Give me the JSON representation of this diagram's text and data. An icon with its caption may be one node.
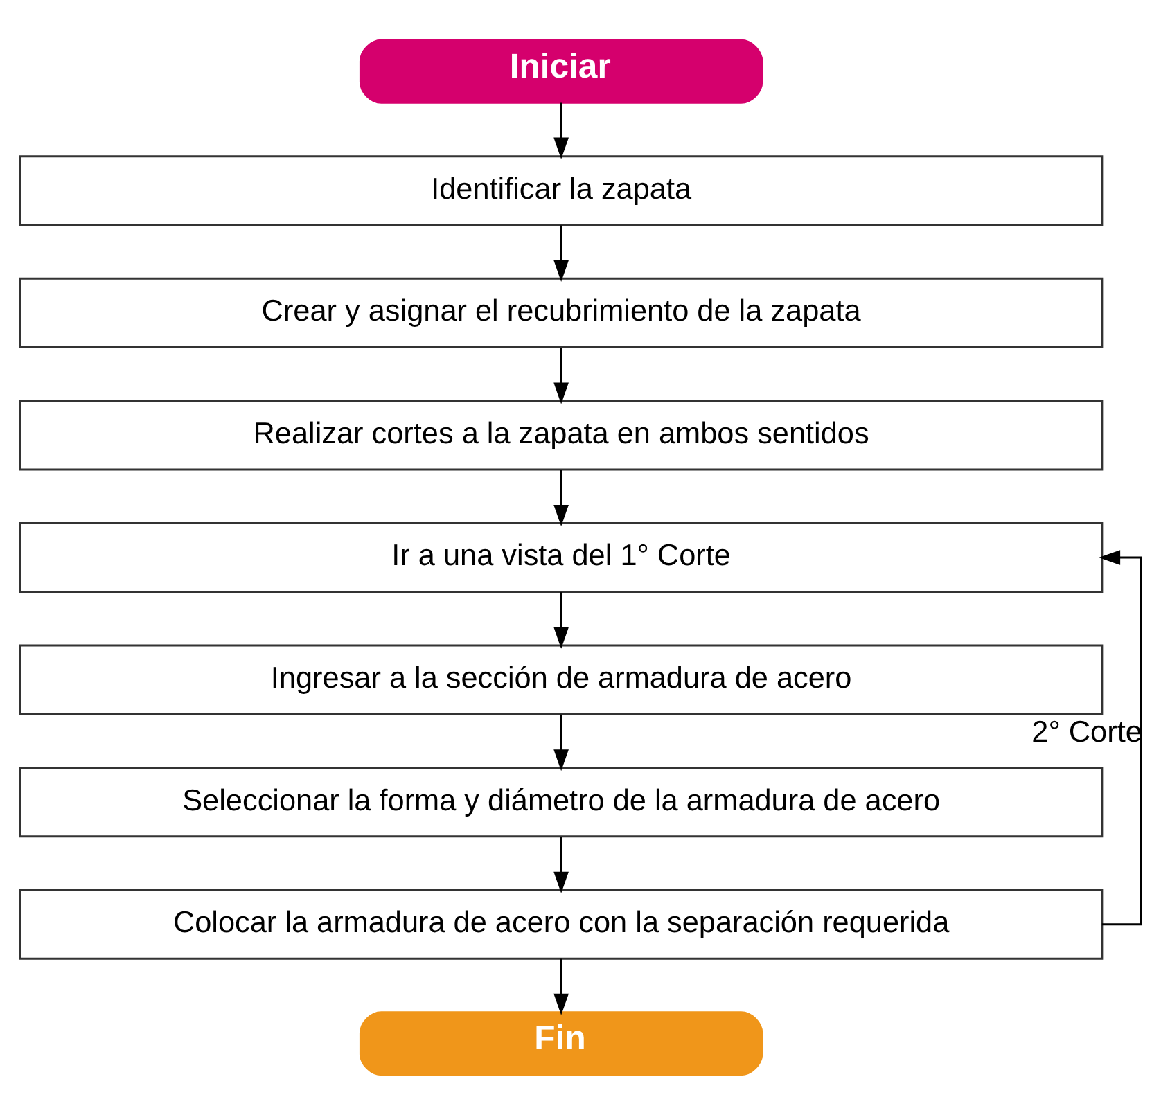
{
  "diagram": {
    "nodes": [
      {
        "text": [
          "Iniciar"
        ]
      },
      {
        "text": [
          "Identificar la zapata"
        ]
      },
      {
        "text": [
          "Crear y asignar el recubrimiento de la zapata"
        ]
      },
      {
        "text": [
          "Realizar cortes a la zapata en ambos sentidos"
        ]
      },
      {
        "text": [
          "Ir a una vista del 1° Corte"
        ]
      },
      {
        "text": [
          "Ingresar a la sección de armadura de acero"
        ]
      },
      {
        "text": [
          "Seleccionar la forma y diámetro de la armadura de acero"
        ]
      },
      {
        "text": [
          "Colocar la armadura de acero con la separación requerida"
        ]
      },
      {
        "text": [
          "Fin"
        ]
      }
    ],
    "edges": [
      {
        "from": 0,
        "to": 1,
        "arrow": "to"
      },
      {
        "from": 1,
        "to": 2,
        "arrow": "to"
      },
      {
        "from": 2,
        "to": 3,
        "arrow": "to"
      },
      {
        "from": 3,
        "to": 4,
        "arrow": "to"
      },
      {
        "from": 4,
        "to": 5,
        "arrow": "to"
      },
      {
        "from": 5,
        "to": 6,
        "arrow": "to"
      },
      {
        "from": 6,
        "to": 7,
        "arrow": "to"
      },
      {
        "from": 7,
        "to": 8,
        "arrow": "to"
      },
      {
        "from": 7,
        "to": 4,
        "arrow": "to",
        "label": "2° Corte"
      }
    ]
  }
}
